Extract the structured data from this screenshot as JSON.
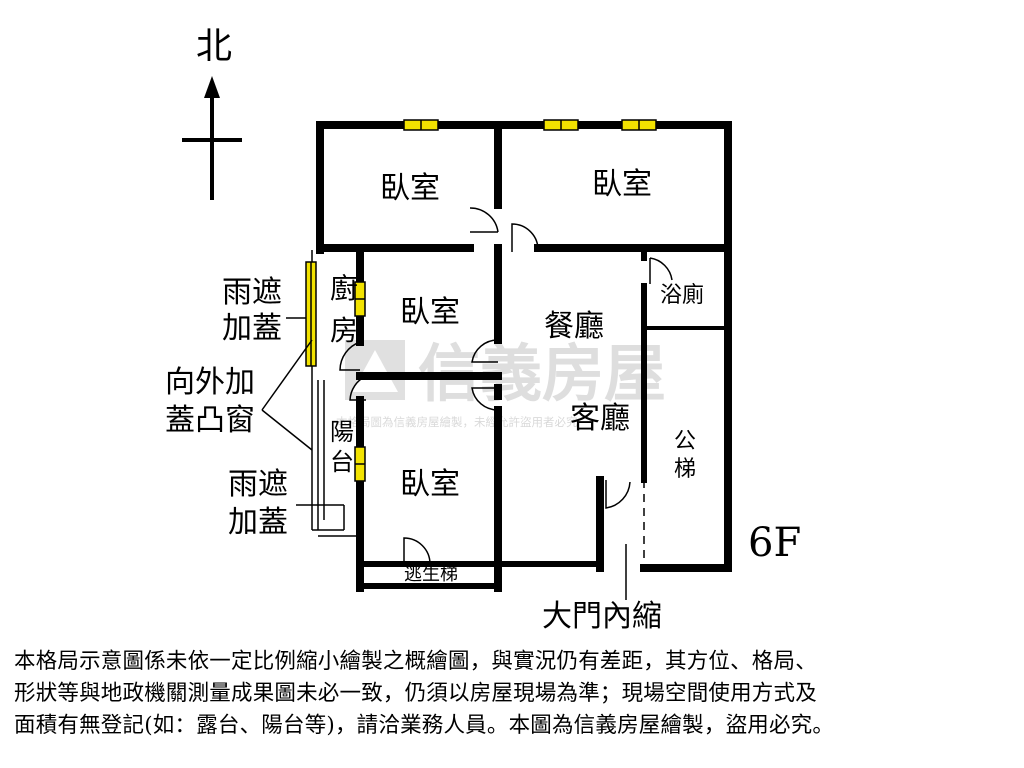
{
  "compass": {
    "north": "北"
  },
  "rooms": {
    "bedroom_nw": "臥室",
    "bedroom_ne": "臥室",
    "bedroom_center": "臥室",
    "bedroom_south": "臥室",
    "kitchen": [
      "廚",
      "房"
    ],
    "balcony": [
      "陽",
      "台"
    ],
    "dining": "餐廳",
    "living": "客廳",
    "bathroom": "浴廁",
    "public_stair": [
      "公",
      "梯"
    ],
    "escape_stair": "逃生梯"
  },
  "annotations": {
    "rain_cover_top": [
      "雨遮",
      "加蓋"
    ],
    "bay_window": [
      "向外加",
      "蓋凸窗"
    ],
    "rain_cover_bottom": [
      "雨遮",
      "加蓋"
    ],
    "entrance_recessed": "大門內縮",
    "floor": "6F"
  },
  "watermark": {
    "brand": "信義房屋",
    "note": "本格局圖為信義房屋繪製，未經允許盜用者必究"
  },
  "disclaimer": [
    "本格局示意圖係未依一定比例縮小繪製之概繪圖，與實況仍有差距，其方位、格局、",
    "形狀等與地政機關測量成果圖未必一致，仍須以房屋現場為準；現場空間使用方式及",
    "面積有無登記(如：露台、陽台等)，請洽業務人員。本圖為信義房屋繪製，盜用必究。"
  ],
  "colors": {
    "wall": "#000000",
    "window_fill": "#f2e200",
    "watermark": "#d0d0d0"
  }
}
